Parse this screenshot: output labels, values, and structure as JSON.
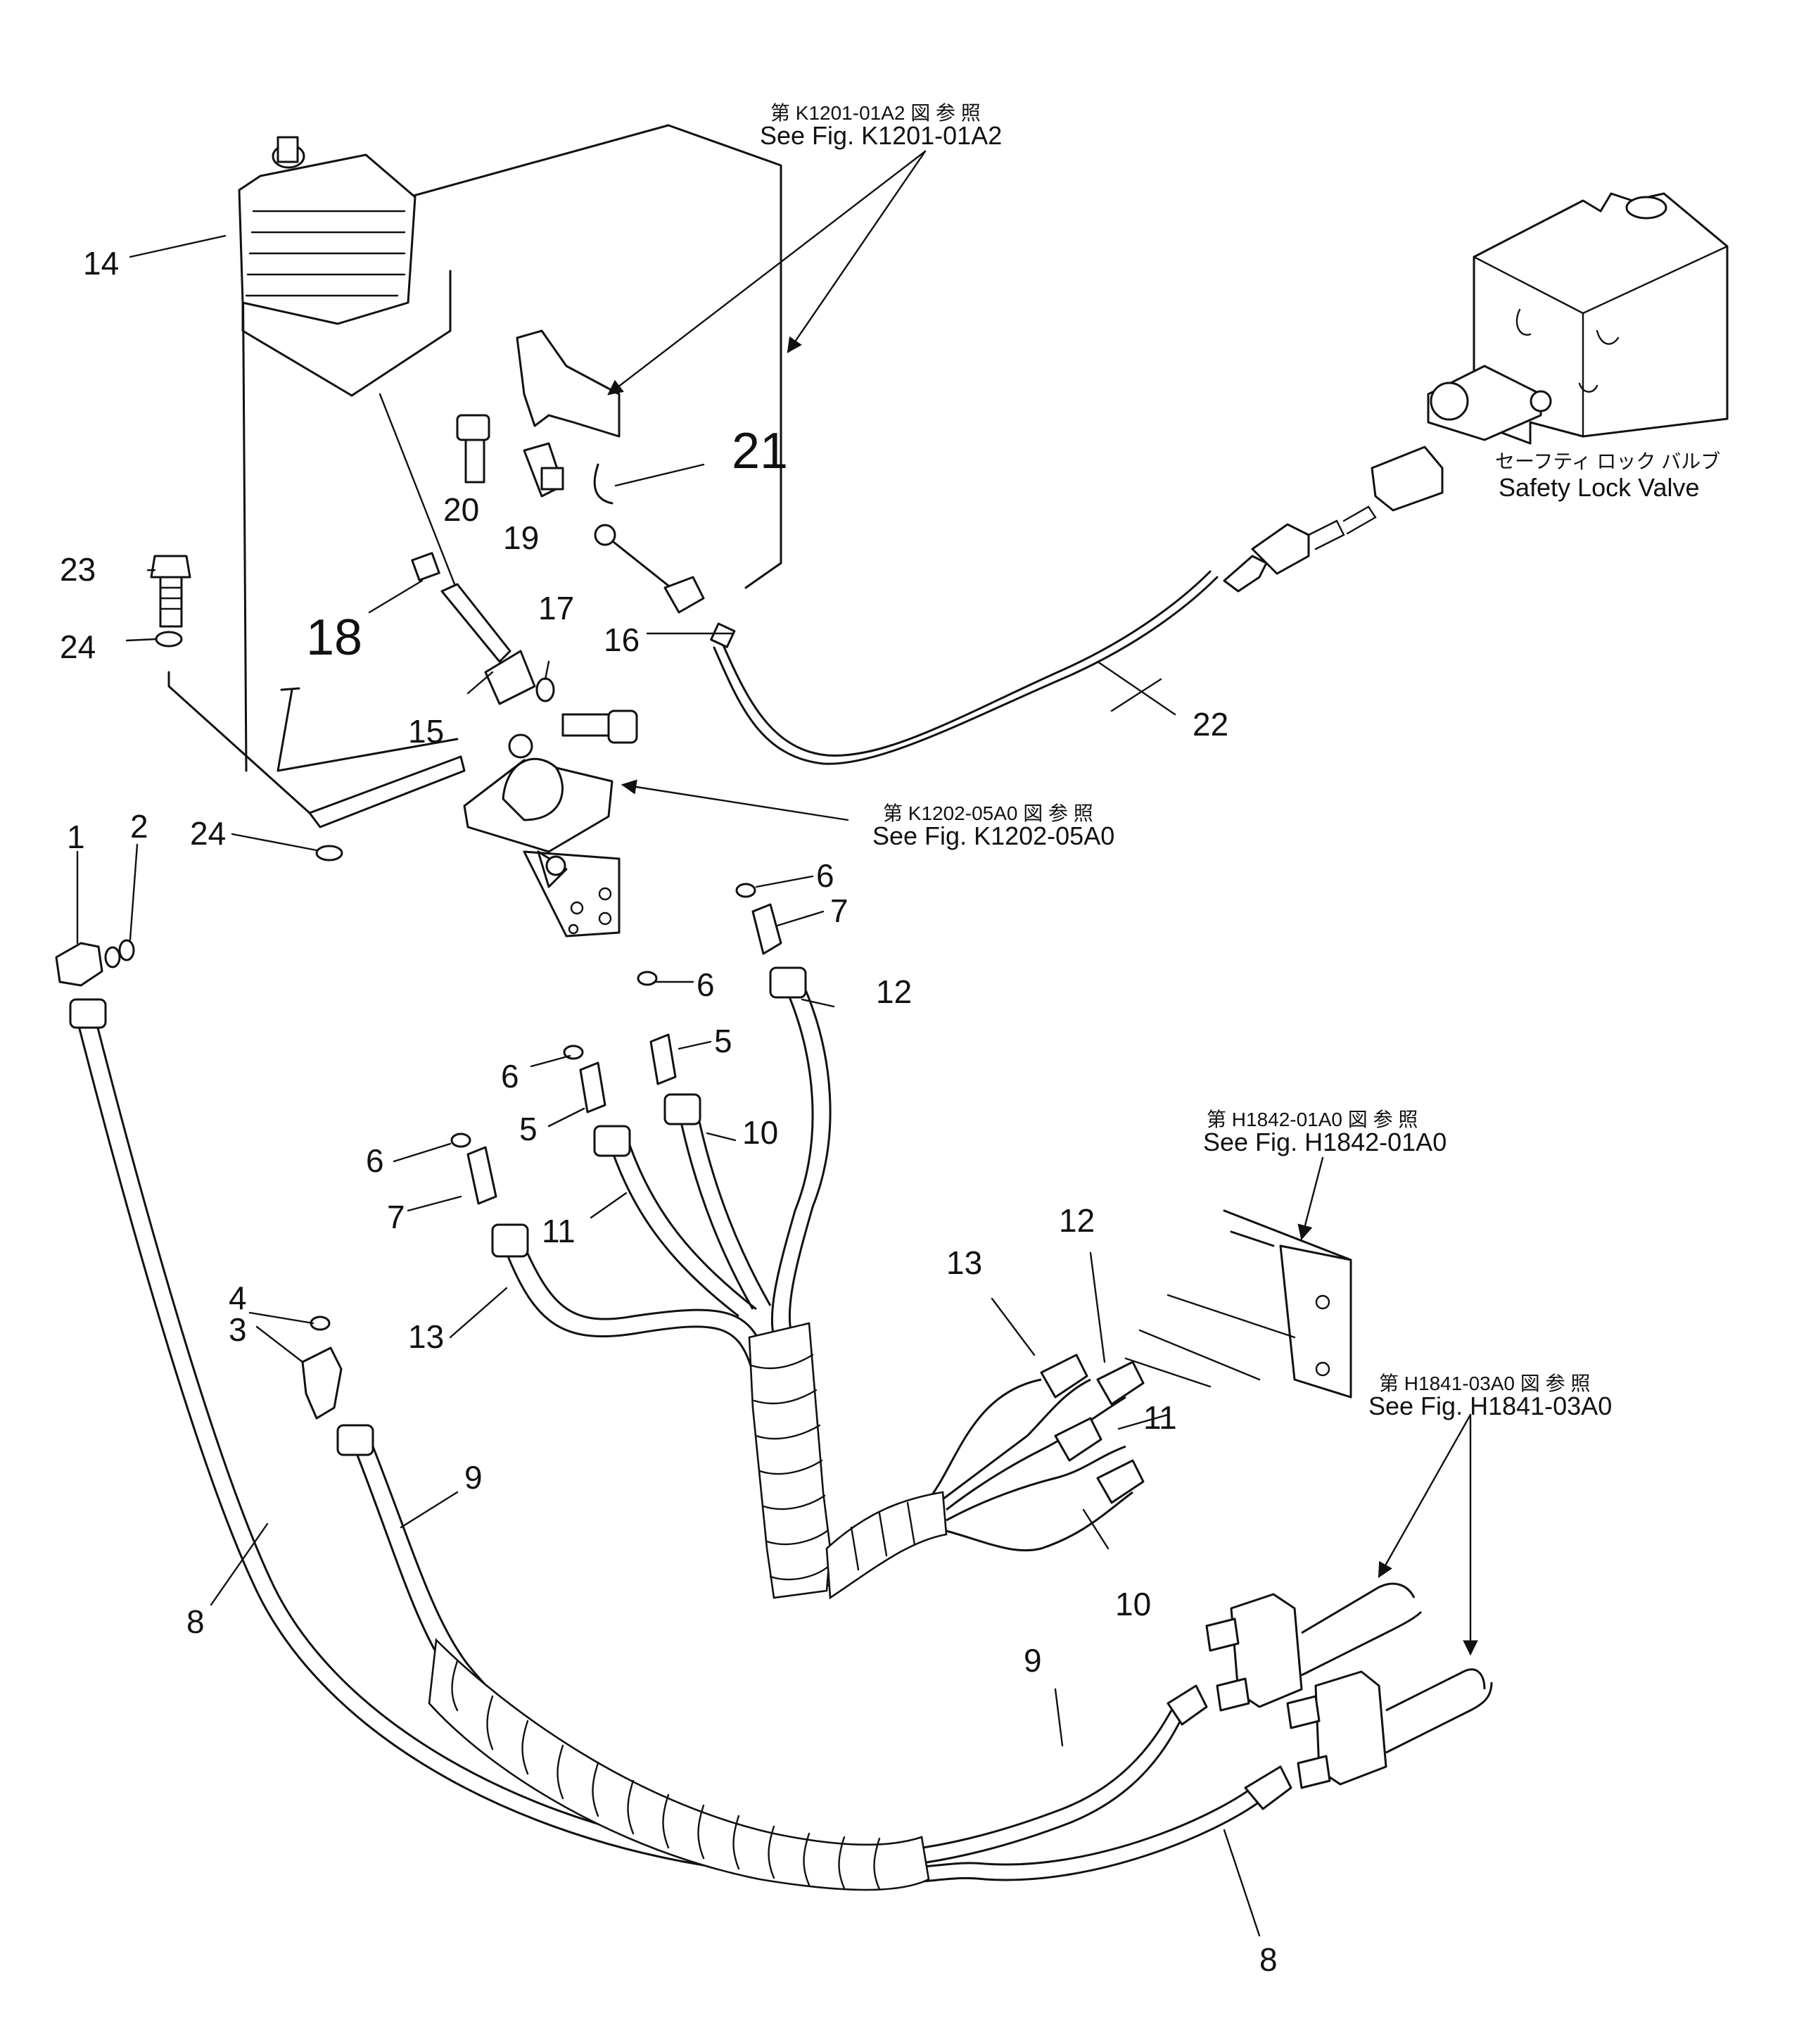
{
  "references": {
    "k1201": {
      "jp": "第 K1201-01A2 図 参 照",
      "en": "See Fig. K1201-01A2"
    },
    "k1202": {
      "jp": "第 K1202-05A0 図 参 照",
      "en": "See Fig. K1202-05A0"
    },
    "h1842": {
      "jp": "第 H1842-01A0 図 参 照",
      "en": "See Fig. H1842-01A0"
    },
    "h1841": {
      "jp": "第 H1841-03A0 図 参 照",
      "en": "See Fig. H1841-03A0"
    }
  },
  "valve": {
    "jp": "セーフティ ロック バルブ",
    "en": "Safety Lock Valve"
  },
  "callouts": {
    "p1": "1",
    "p2": "2",
    "p3": "3",
    "p4": "4",
    "p5a": "5",
    "p5b": "5",
    "p6a": "6",
    "p6b": "6",
    "p6c": "6",
    "p6d": "6",
    "p7a": "7",
    "p7b": "7",
    "p8a": "8",
    "p8b": "8",
    "p9a": "9",
    "p9b": "9",
    "p10a": "10",
    "p10b": "10",
    "p11a": "11",
    "p11b": "11",
    "p12a": "12",
    "p12b": "12",
    "p13a": "13",
    "p13b": "13",
    "p14": "14",
    "p15": "15",
    "p16": "16",
    "p17": "17",
    "p18": "18",
    "p19": "19",
    "p20": "20",
    "p21": "21",
    "p22": "22",
    "p23": "23",
    "p24a": "24",
    "p24b": "24"
  }
}
